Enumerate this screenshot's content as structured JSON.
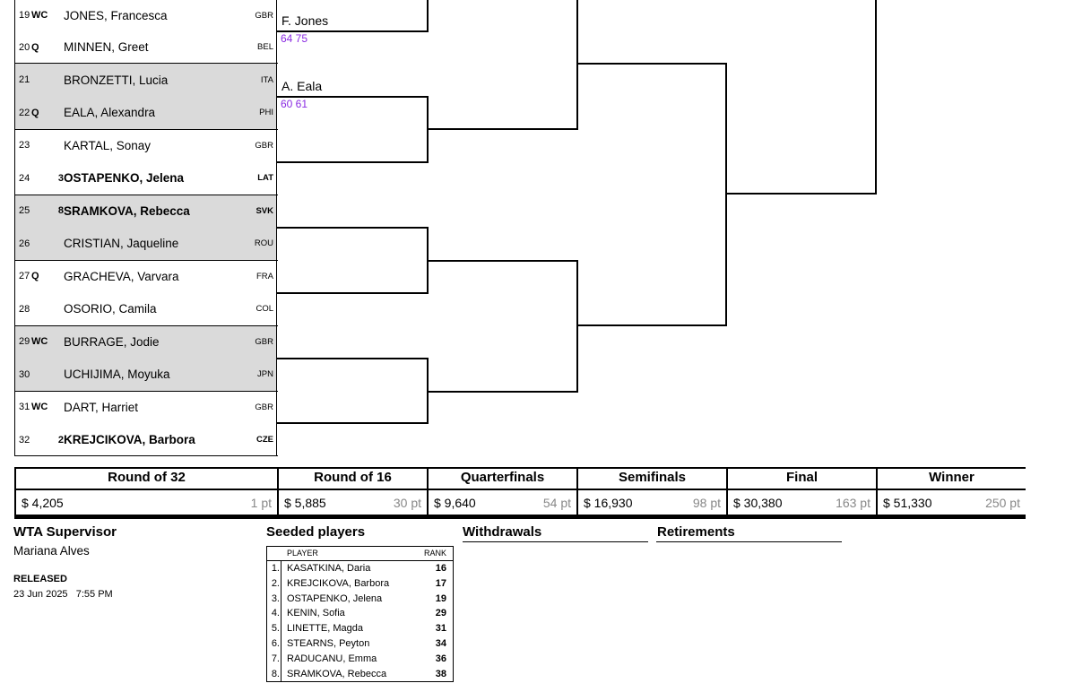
{
  "draw": [
    {
      "pos": "19",
      "entry": "WC",
      "seed": "",
      "name": "JONES, Francesca",
      "country": "GBR",
      "seeded": false,
      "shade": false
    },
    {
      "pos": "20",
      "entry": "Q",
      "seed": "",
      "name": "MINNEN, Greet",
      "country": "BEL",
      "seeded": false,
      "shade": false
    },
    {
      "pos": "21",
      "entry": "",
      "seed": "",
      "name": "BRONZETTI, Lucia",
      "country": "ITA",
      "seeded": false,
      "shade": true
    },
    {
      "pos": "22",
      "entry": "Q",
      "seed": "",
      "name": "EALA, Alexandra",
      "country": "PHI",
      "seeded": false,
      "shade": true
    },
    {
      "pos": "23",
      "entry": "",
      "seed": "",
      "name": "KARTAL, Sonay",
      "country": "GBR",
      "seeded": false,
      "shade": false
    },
    {
      "pos": "24",
      "entry": "",
      "seed": "3",
      "name": "OSTAPENKO, Jelena",
      "country": "LAT",
      "seeded": true,
      "shade": false
    },
    {
      "pos": "25",
      "entry": "",
      "seed": "8",
      "name": "SRAMKOVA, Rebecca",
      "country": "SVK",
      "seeded": true,
      "shade": true
    },
    {
      "pos": "26",
      "entry": "",
      "seed": "",
      "name": "CRISTIAN, Jaqueline",
      "country": "ROU",
      "seeded": false,
      "shade": true
    },
    {
      "pos": "27",
      "entry": "Q",
      "seed": "",
      "name": "GRACHEVA, Varvara",
      "country": "FRA",
      "seeded": false,
      "shade": false
    },
    {
      "pos": "28",
      "entry": "",
      "seed": "",
      "name": "OSORIO, Camila",
      "country": "COL",
      "seeded": false,
      "shade": false
    },
    {
      "pos": "29",
      "entry": "WC",
      "seed": "",
      "name": "BURRAGE, Jodie",
      "country": "GBR",
      "seeded": false,
      "shade": true
    },
    {
      "pos": "30",
      "entry": "",
      "seed": "",
      "name": "UCHIJIMA, Moyuka",
      "country": "JPN",
      "seeded": false,
      "shade": true
    },
    {
      "pos": "31",
      "entry": "WC",
      "seed": "",
      "name": "DART, Harriet",
      "country": "GBR",
      "seeded": false,
      "shade": false
    },
    {
      "pos": "32",
      "entry": "",
      "seed": "2",
      "name": "KREJCIKOVA, Barbora",
      "country": "CZE",
      "seeded": true,
      "shade": false
    }
  ],
  "results": [
    {
      "winner": "F. Jones",
      "score": "64 75"
    },
    {
      "winner": "A. Eala",
      "score": "60 61"
    }
  ],
  "prize_money": [
    {
      "round": "Round of 32",
      "money": "$ 4,205",
      "points": "1 pt"
    },
    {
      "round": "Round of 16",
      "money": "$ 5,885",
      "points": "30 pt"
    },
    {
      "round": "Quarterfinals",
      "money": "$ 9,640",
      "points": "54 pt"
    },
    {
      "round": "Semifinals",
      "money": "$ 16,930",
      "points": "98 pt"
    },
    {
      "round": "Final",
      "money": "$ 30,380",
      "points": "163 pt"
    },
    {
      "round": "Winner",
      "money": "$ 51,330",
      "points": "250 pt"
    }
  ],
  "supervisor": {
    "title": "WTA Supervisor",
    "name": "Mariana Alves"
  },
  "released": {
    "label": "RELEASED",
    "date": "23 Jun 2025",
    "time": "7:55 PM"
  },
  "seeded_players": {
    "title": "Seeded players",
    "col_player": "PLAYER",
    "col_rank": "RANK",
    "rows": [
      {
        "seed": "1.",
        "name": "KASATKINA, Daria",
        "rank": "16"
      },
      {
        "seed": "2.",
        "name": "KREJCIKOVA, Barbora",
        "rank": "17"
      },
      {
        "seed": "3.",
        "name": "OSTAPENKO, Jelena",
        "rank": "19"
      },
      {
        "seed": "4.",
        "name": "KENIN, Sofia",
        "rank": "29"
      },
      {
        "seed": "5.",
        "name": "LINETTE, Magda",
        "rank": "31"
      },
      {
        "seed": "6.",
        "name": "STEARNS, Peyton",
        "rank": "34"
      },
      {
        "seed": "7.",
        "name": "RADUCANU, Emma",
        "rank": "36"
      },
      {
        "seed": "8.",
        "name": "SRAMKOVA, Rebecca",
        "rank": "38"
      }
    ]
  },
  "withdrawals": {
    "title": "Withdrawals"
  },
  "retirements": {
    "title": "Retirements"
  },
  "colors": {
    "score": "#8a2be2",
    "shade": "#dadada",
    "points": "#888888"
  }
}
